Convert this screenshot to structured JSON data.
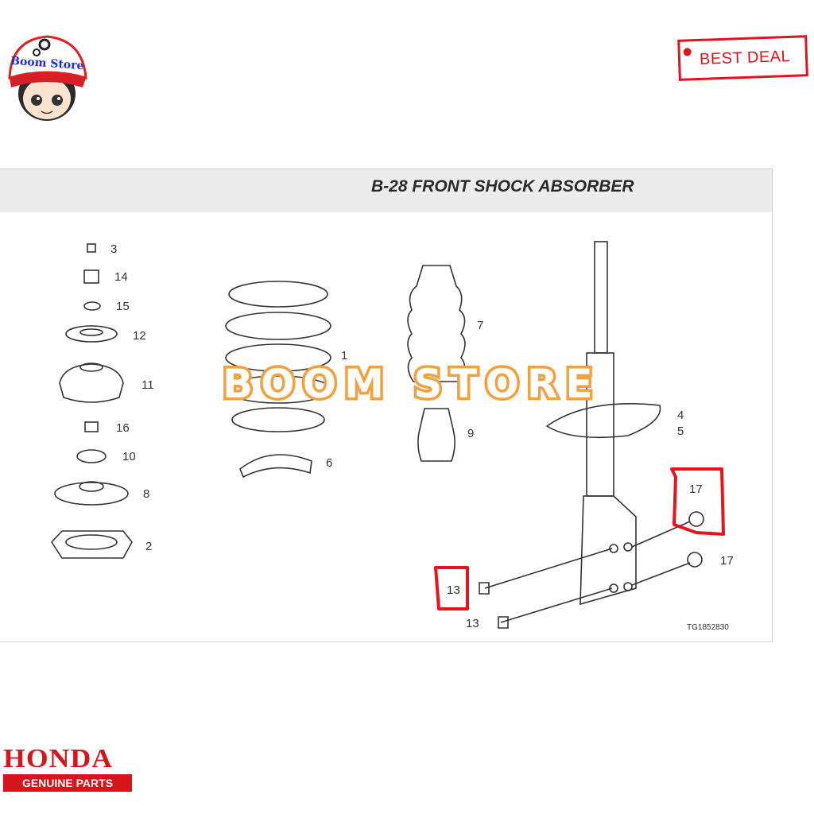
{
  "store_logo": {
    "text": "Boom Store"
  },
  "badge": {
    "label": "BEST DEAL"
  },
  "diagram": {
    "title": "B-28 FRONT SHOCK ABSORBER",
    "watermark": "BOOM STORE",
    "code": "TG1852830",
    "callouts": [
      "3",
      "14",
      "15",
      "12",
      "11",
      "16",
      "10",
      "8",
      "2",
      "1",
      "6",
      "7",
      "9",
      "4",
      "5",
      "17",
      "17",
      "13",
      "13"
    ]
  },
  "brand": {
    "name": "HONDA",
    "tagline": "GENUINE PARTS"
  },
  "colors": {
    "accent": "#e0141e",
    "watermark": "#f3a03d",
    "header_bg": "#ececec"
  }
}
